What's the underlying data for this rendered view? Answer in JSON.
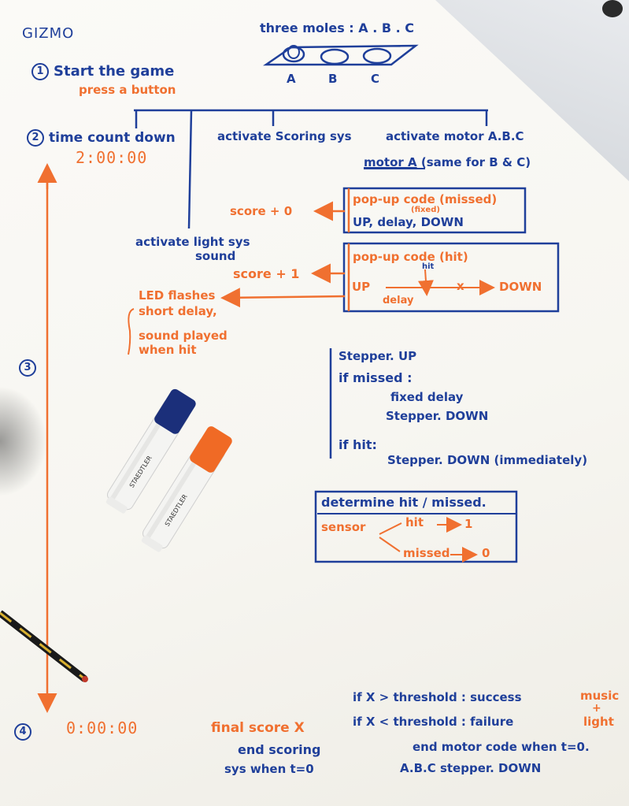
{
  "title": "GIZMO",
  "moles": {
    "heading": "three moles : A . B . C",
    "labels": [
      "A",
      "B",
      "C"
    ]
  },
  "steps": {
    "s1": {
      "num": "1",
      "label": "Start the game",
      "sub": "press a button"
    },
    "s2": {
      "num": "2",
      "label": "time count down",
      "timer": "2:00:00"
    },
    "s3": {
      "num": "3"
    },
    "s4": {
      "num": "4",
      "timer": "0:00:00"
    }
  },
  "branches": {
    "scoring": "activate Scoring sys",
    "motor": "activate motor A.B.C",
    "light": "activate light sys",
    "sound": "sound"
  },
  "motor_a": {
    "title": "motor A",
    "note": "(same for B & C)"
  },
  "box_missed": {
    "line1": "pop-up code (missed)",
    "fixed": "(fixed)",
    "line2": "UP, delay, DOWN",
    "result": "score + 0"
  },
  "box_hit": {
    "line1": "pop-up code (hit)",
    "hit_small": "hit",
    "up": "UP",
    "x": "x",
    "down": "DOWN",
    "delay": "delay",
    "result": "score + 1"
  },
  "led": {
    "line1": "LED flashes",
    "line2": "short delay,",
    "line3": "sound played",
    "line4": "when hit"
  },
  "pseudo": {
    "l1": "Stepper. UP",
    "l2": "if missed :",
    "l3": "fixed delay",
    "l4": "Stepper. DOWN",
    "l5": "if hit:",
    "l6": "Stepper. DOWN (immediately)"
  },
  "determine": {
    "title": "determine hit / missed.",
    "sensor": "sensor",
    "hit": "hit",
    "hit_val": "1",
    "missed": "missed",
    "missed_val": "0"
  },
  "final": {
    "score": "final score X",
    "end1": "end scoring",
    "end2": "sys when t=0",
    "cond1_a": "if X > threshold : success",
    "cond1_b": "music",
    "plus": "+",
    "cond2_a": "if X < threshold : failure",
    "cond2_b": "light",
    "end3": "end motor code when t=0.",
    "end4": "A.B.C stepper. DOWN"
  },
  "colors": {
    "blue_ink": "#1f3f9a",
    "orange_ink": "#f07030",
    "paper": "#fbfaf7"
  }
}
